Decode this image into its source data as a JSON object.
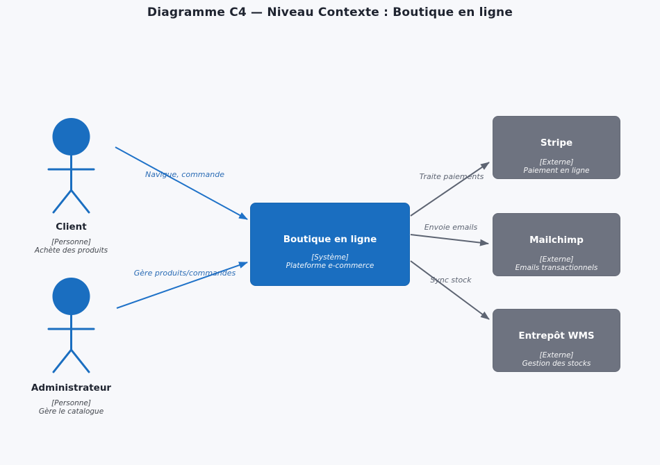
{
  "title": "Diagramme C4 — Niveau Contexte : Boutique en ligne",
  "colors": {
    "background": "#f7f8fb",
    "primary-blue": "#1a6ec0",
    "arrow-blue": "#1f72c8",
    "label-blue": "#2b6cb5",
    "external-gray": "#6e7380",
    "arrow-gray": "#5d6472",
    "label-gray": "#5d6472",
    "ink": "#1f2430",
    "ink-soft": "#43474e",
    "box-text": "#ffffff"
  },
  "actors": [
    {
      "name": "Client",
      "type": "[Personne]",
      "desc": "Achète des produits",
      "relation": "Navigue, commande"
    },
    {
      "name": "Administrateur",
      "type": "[Personne]",
      "desc": "Gère le catalogue",
      "relation": "Gère produits/commandes"
    }
  ],
  "system": {
    "name": "Boutique en ligne",
    "type": "[Système]",
    "desc": "Plateforme e-commerce"
  },
  "externals": [
    {
      "name": "Stripe",
      "type": "[Externe]",
      "desc": "Paiement en ligne",
      "relation": "Traite paiements"
    },
    {
      "name": "Mailchimp",
      "type": "[Externe]",
      "desc": "Emails transactionnels",
      "relation": "Envoie emails"
    },
    {
      "name": "Entrepôt WMS",
      "type": "[Externe]",
      "desc": "Gestion des stocks",
      "relation": "Sync stock"
    }
  ]
}
